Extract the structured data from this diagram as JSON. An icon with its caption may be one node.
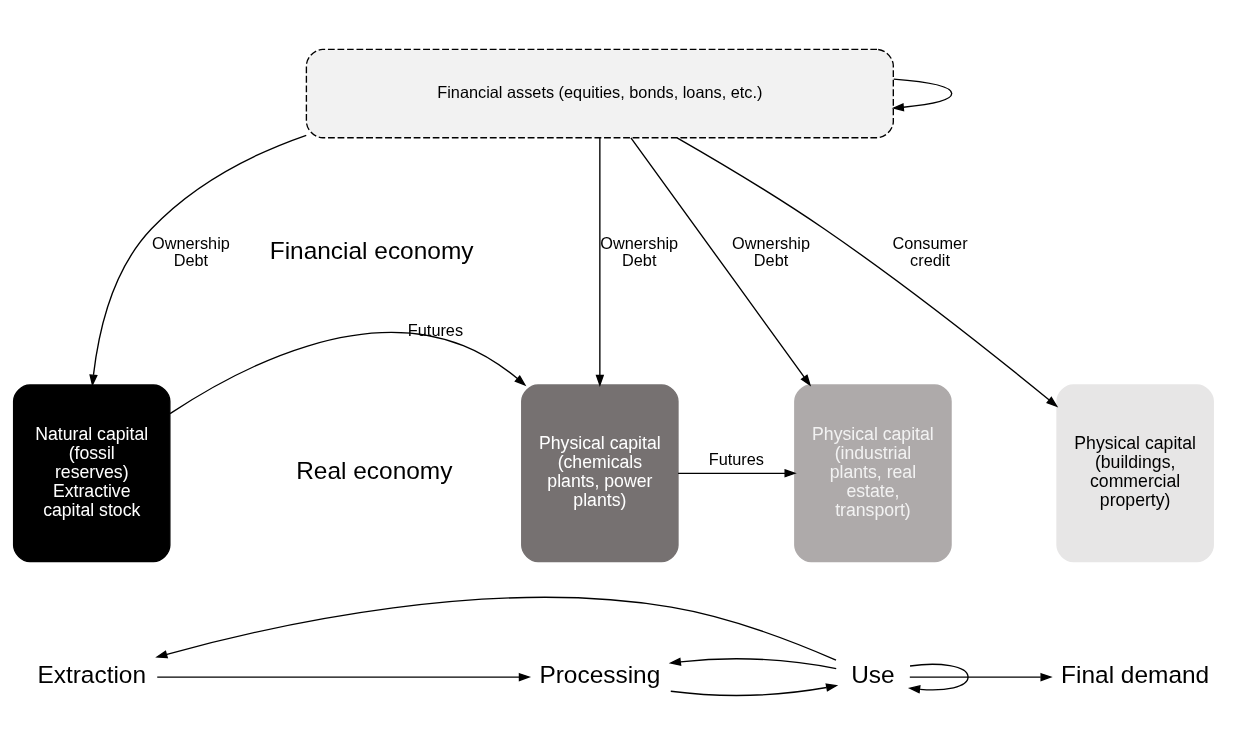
{
  "diagram": {
    "nodes": [
      {
        "text": [
          "Financial assets (equities, bonds, loans, etc.)"
        ]
      },
      {
        "text": [
          "Natural capital (fossil reserves)",
          "Extractive capital stock"
        ]
      },
      {
        "text": [
          "Physical capital (chemicals plants, power plants)"
        ]
      },
      {
        "text": [
          "Physical capital (industrial plants, real estate, transport)"
        ]
      },
      {
        "text": [
          "Physical capital (buildings, commercial property)"
        ]
      },
      {
        "text": [
          "Extraction"
        ]
      },
      {
        "text": [
          "Processing"
        ]
      },
      {
        "text": [
          "Use"
        ]
      },
      {
        "text": [
          "Final demand"
        ]
      }
    ],
    "edges": [
      {
        "from": 0,
        "to": 0,
        "arrow": "to"
      },
      {
        "from": 0,
        "to": 1,
        "label": "Ownership Debt",
        "arrow": "to"
      },
      {
        "from": 0,
        "to": 2,
        "label": "Ownership Debt",
        "arrow": "to"
      },
      {
        "from": 0,
        "to": 3,
        "label": "Ownership Debt",
        "arrow": "to"
      },
      {
        "from": 0,
        "to": 4,
        "label": "Consumer credit",
        "arrow": "to"
      },
      {
        "from": 1,
        "to": 2,
        "label": "Futures",
        "arrow": "to"
      },
      {
        "from": 2,
        "to": 3,
        "label": "Futures",
        "arrow": "to"
      },
      {
        "from": 5,
        "to": 6,
        "arrow": "to"
      },
      {
        "from": 6,
        "to": 7,
        "arrow": "to"
      },
      {
        "from": 7,
        "to": 8,
        "arrow": "to"
      },
      {
        "from": 7,
        "to": 6,
        "arrow": "to"
      },
      {
        "from": 7,
        "to": 5,
        "arrow": "to"
      },
      {
        "from": 7,
        "to": 7,
        "arrow": "to"
      }
    ],
    "labels": [
      "Financial economy",
      "Real economy"
    ]
  }
}
